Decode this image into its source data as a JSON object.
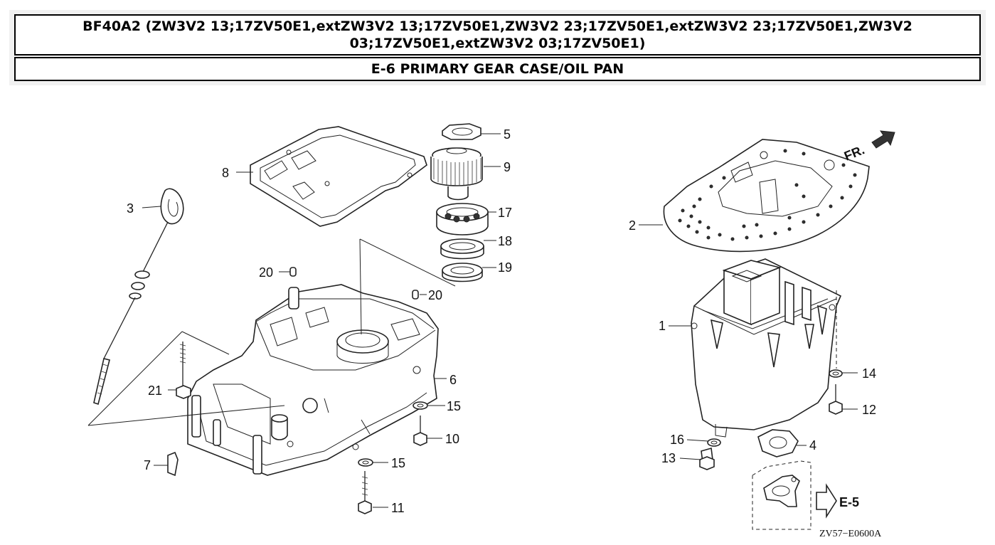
{
  "header": {
    "model_title": "BF40A2 (ZW3V2 13;17ZV50E1,extZW3V2 13;17ZV50E1,ZW3V2 23;17ZV50E1,extZW3V2 23;17ZV50E1,ZW3V2 03;17ZV50E1,extZW3V2 03;17ZV50E1)",
    "section_title": "E-6 PRIMARY GEAR CASE/OIL PAN"
  },
  "callouts": {
    "p1": "1",
    "p2": "2",
    "p3": "3",
    "p4": "4",
    "p5": "5",
    "p6": "6",
    "p7": "7",
    "p8": "8",
    "p9": "9",
    "p10": "10",
    "p11": "11",
    "p12": "12",
    "p13": "13",
    "p14": "14",
    "p15a": "15",
    "p15b": "15",
    "p16": "16",
    "p17": "17",
    "p18": "18",
    "p19": "19",
    "p20a": "20",
    "p20b": "20",
    "p21": "21"
  },
  "annotations": {
    "front": "FR.",
    "ref_section": "E-5",
    "drawing_code": "ZV57−E0600A"
  }
}
